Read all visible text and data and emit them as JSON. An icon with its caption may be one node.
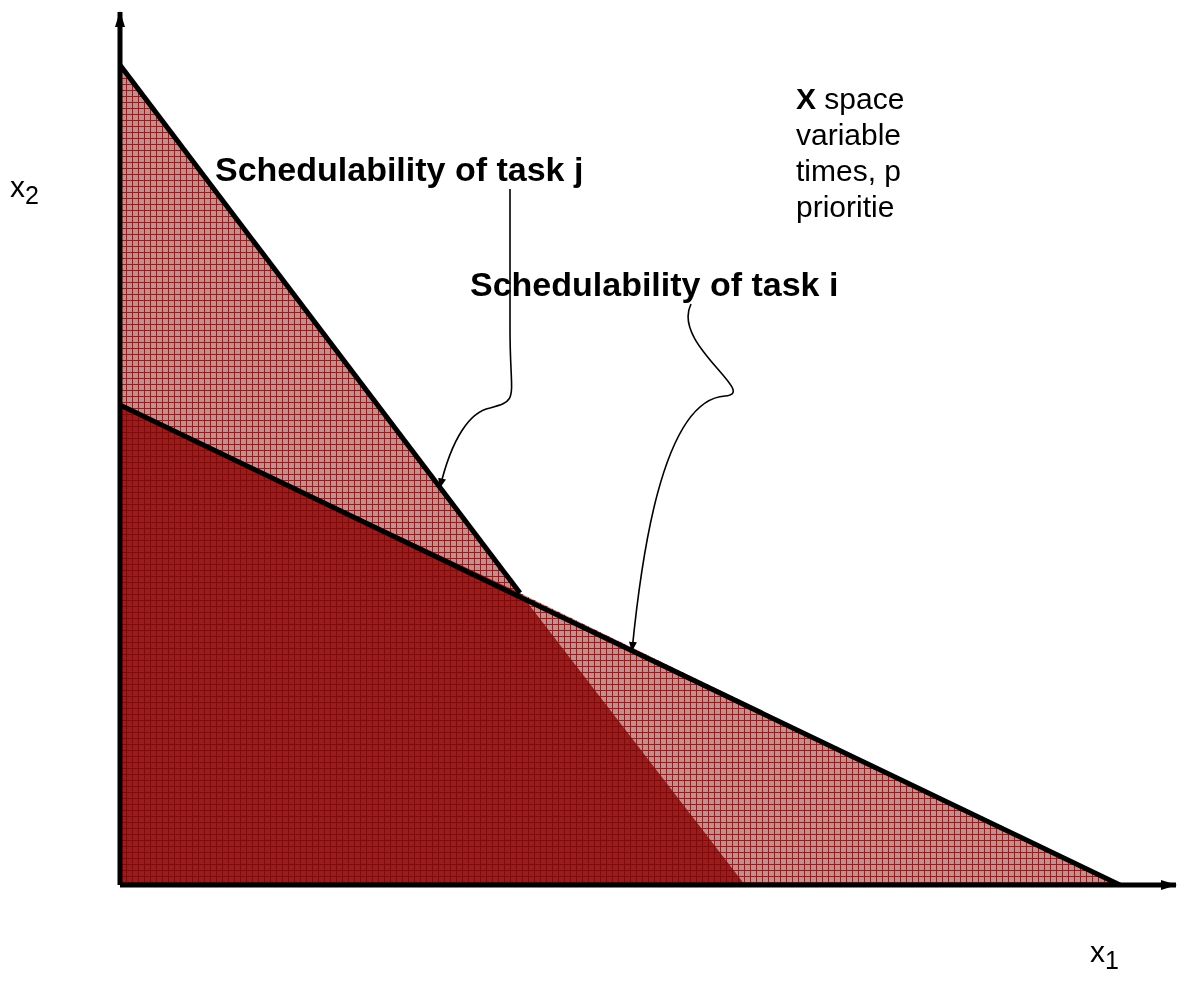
{
  "diagram": {
    "nodes": [
      {
        "text": [
          "Schedulability of task j"
        ]
      },
      {
        "text": [
          "Schedulability of task i"
        ]
      },
      {
        "text": [],
        "shape": "line"
      },
      {
        "text": [],
        "shape": "line"
      }
    ],
    "edges": [
      {
        "from": 0,
        "to": 2,
        "arrow": "to"
      },
      {
        "from": 1,
        "to": 3,
        "arrow": "to"
      }
    ],
    "labels": [
      "x$_{2}$",
      "**X** space",
      "variable",
      "times, p",
      "prioritie",
      "x$_{1}$"
    ]
  }
}
